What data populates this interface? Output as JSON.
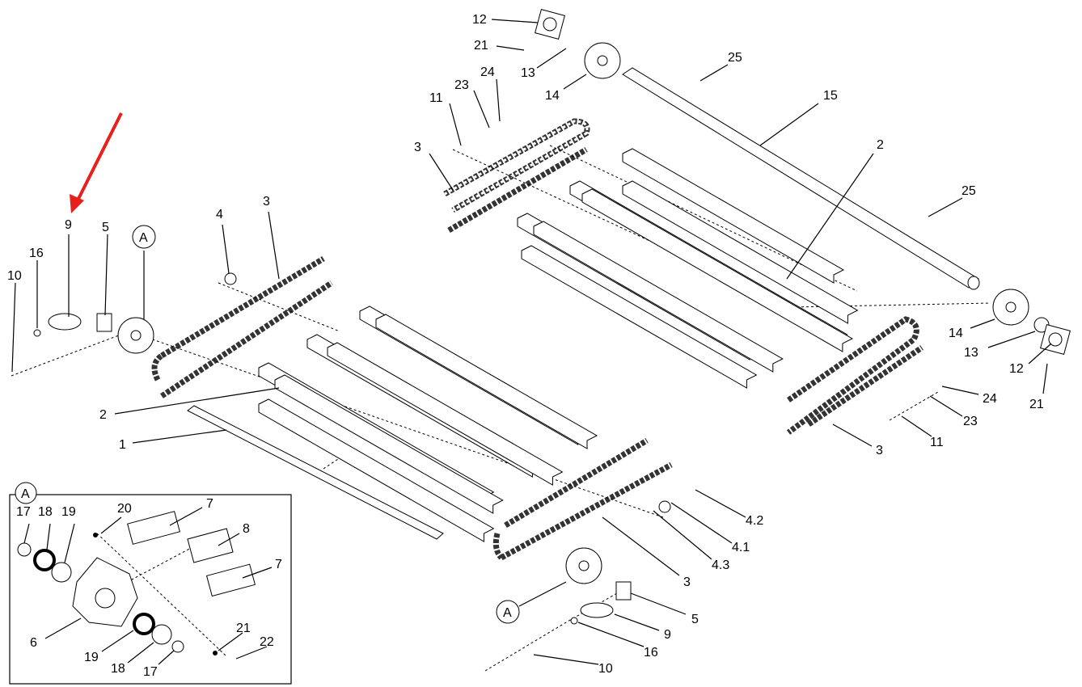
{
  "diagram": {
    "highlight_color": "#e8201c",
    "highlighted_callout": "9",
    "callouts": [
      {
        "id": "12",
        "text": "12"
      },
      {
        "id": "21a",
        "text": "21"
      },
      {
        "id": "13a",
        "text": "13"
      },
      {
        "id": "14a",
        "text": "14"
      },
      {
        "id": "25a",
        "text": "25"
      },
      {
        "id": "15",
        "text": "15"
      },
      {
        "id": "11a",
        "text": "11"
      },
      {
        "id": "23a",
        "text": "23"
      },
      {
        "id": "24a",
        "text": "24"
      },
      {
        "id": "3a",
        "text": "3"
      },
      {
        "id": "2a",
        "text": "2"
      },
      {
        "id": "25b",
        "text": "25"
      },
      {
        "id": "14b",
        "text": "14"
      },
      {
        "id": "13b",
        "text": "13"
      },
      {
        "id": "12b",
        "text": "12"
      },
      {
        "id": "21b",
        "text": "21"
      },
      {
        "id": "24b",
        "text": "24"
      },
      {
        "id": "23b",
        "text": "23"
      },
      {
        "id": "11b",
        "text": "11"
      },
      {
        "id": "3b",
        "text": "3"
      },
      {
        "id": "9a",
        "text": "9"
      },
      {
        "id": "5a",
        "text": "5"
      },
      {
        "id": "4",
        "text": "4"
      },
      {
        "id": "3c",
        "text": "3"
      },
      {
        "id": "16a",
        "text": "16"
      },
      {
        "id": "10a",
        "text": "10"
      },
      {
        "id": "2b",
        "text": "2"
      },
      {
        "id": "1",
        "text": "1"
      },
      {
        "id": "42",
        "text": "4.2"
      },
      {
        "id": "41",
        "text": "4.1"
      },
      {
        "id": "43",
        "text": "4.3"
      },
      {
        "id": "3d",
        "text": "3"
      },
      {
        "id": "5b",
        "text": "5"
      },
      {
        "id": "9b",
        "text": "9"
      },
      {
        "id": "16b",
        "text": "16"
      },
      {
        "id": "10b",
        "text": "10"
      }
    ],
    "detail_refs": {
      "main_top": "A",
      "main_bottom": "A",
      "inset": "A"
    },
    "inset_callouts": [
      {
        "id": "17a",
        "text": "17"
      },
      {
        "id": "18a",
        "text": "18"
      },
      {
        "id": "19a",
        "text": "19"
      },
      {
        "id": "20",
        "text": "20"
      },
      {
        "id": "7a",
        "text": "7"
      },
      {
        "id": "8",
        "text": "8"
      },
      {
        "id": "7b",
        "text": "7"
      },
      {
        "id": "6",
        "text": "6"
      },
      {
        "id": "19b",
        "text": "19"
      },
      {
        "id": "18b",
        "text": "18"
      },
      {
        "id": "17b",
        "text": "17"
      },
      {
        "id": "21",
        "text": "21"
      },
      {
        "id": "22",
        "text": "22"
      }
    ]
  }
}
